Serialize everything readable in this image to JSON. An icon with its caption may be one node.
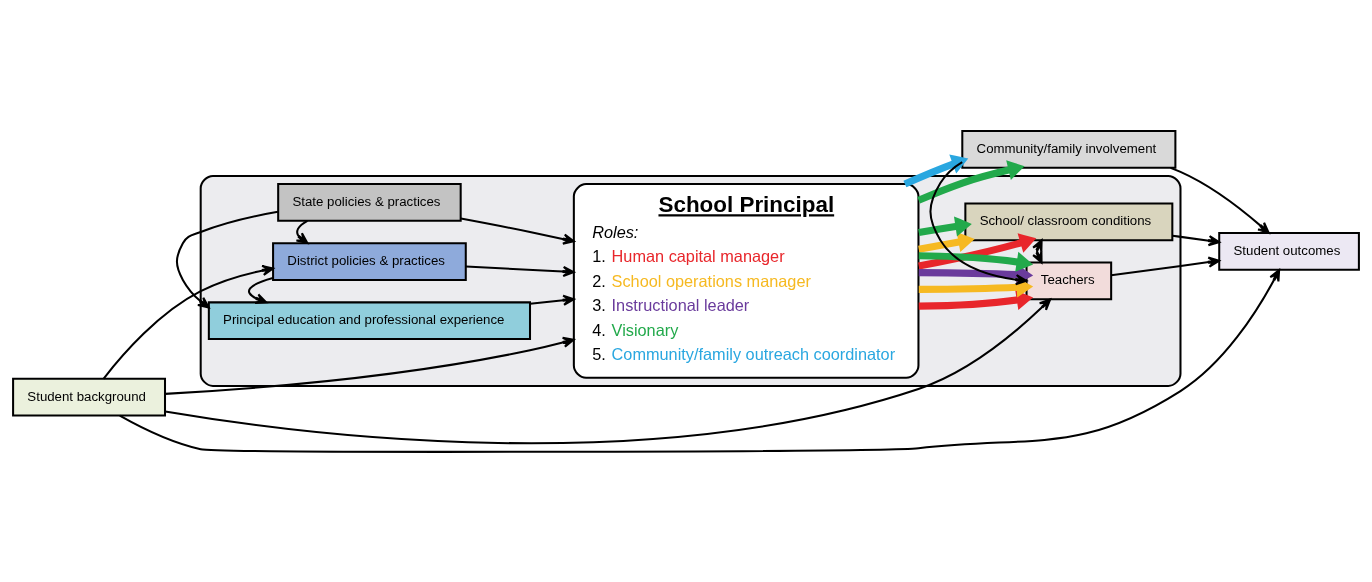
{
  "diagram": {
    "nodes": [
      {
        "text": [],
        "shape": "box"
      },
      {
        "text": [
          "Student background"
        ]
      },
      {
        "text": [
          "State policies & practices"
        ],
        "in": 0
      },
      {
        "text": [
          "District policies & practices"
        ],
        "in": 0
      },
      {
        "text": [
          "Principal education and professional experience"
        ],
        "in": 0
      },
      {
        "text": [
          "School Principal",
          "Roles:",
          "1. Human capital manager",
          "2. School operations manager",
          "3. Instructional leader",
          "4. Visionary",
          "5. Community/family outreach coordinator"
        ],
        "in": 0
      },
      {
        "text": [
          "School/ classroom conditions"
        ],
        "in": 0
      },
      {
        "text": [
          "Teachers"
        ],
        "in": 0
      },
      {
        "text": [
          "Student outcomes"
        ]
      },
      {
        "text": [
          "Community/family involvement"
        ]
      }
    ],
    "edges": [
      {
        "from": 1,
        "to": 5,
        "arrow": "to"
      },
      {
        "from": 1,
        "to": 3,
        "arrow": "to"
      },
      {
        "from": 1,
        "to": 7,
        "arrow": "to"
      },
      {
        "from": 1,
        "to": 8,
        "arrow": "to"
      },
      {
        "from": 2,
        "to": 5,
        "arrow": "to"
      },
      {
        "from": 2,
        "to": 3,
        "arrow": "to"
      },
      {
        "from": 2,
        "to": 4,
        "arrow": "to"
      },
      {
        "from": 3,
        "to": 5,
        "arrow": "to"
      },
      {
        "from": 3,
        "to": 4,
        "arrow": "to"
      },
      {
        "from": 4,
        "to": 5,
        "arrow": "to"
      },
      {
        "from": 5,
        "to": 6,
        "arrow": "to",
        "style": "thick",
        "color": "#e8262b"
      },
      {
        "from": 5,
        "to": 6,
        "arrow": "to",
        "style": "thick",
        "color": "#f6b921"
      },
      {
        "from": 5,
        "to": 6,
        "arrow": "to",
        "style": "thick",
        "color": "#22a94b"
      },
      {
        "from": 5,
        "to": 7,
        "arrow": "to",
        "style": "thick",
        "color": "#e8262b"
      },
      {
        "from": 5,
        "to": 7,
        "arrow": "to",
        "style": "thick",
        "color": "#f6b921"
      },
      {
        "from": 5,
        "to": 7,
        "arrow": "to",
        "style": "thick",
        "color": "#6a3b9c"
      },
      {
        "from": 5,
        "to": 7,
        "arrow": "to",
        "style": "thick",
        "color": "#22a94b"
      },
      {
        "from": 6,
        "to": 7,
        "arrow": "both"
      },
      {
        "from": 6,
        "to": 8,
        "arrow": "to"
      },
      {
        "from": 7,
        "to": 8,
        "arrow": "to"
      },
      {
        "from": 9,
        "to": 7,
        "arrow": "to"
      },
      {
        "from": 9,
        "to": 8,
        "arrow": "to"
      },
      {
        "from": 5,
        "to": 9,
        "arrow": "to",
        "style": "thick",
        "color": "#22a94b"
      },
      {
        "from": 5,
        "to": 9,
        "arrow": "to",
        "style": "thick",
        "color": "#2aa7e0"
      }
    ]
  }
}
